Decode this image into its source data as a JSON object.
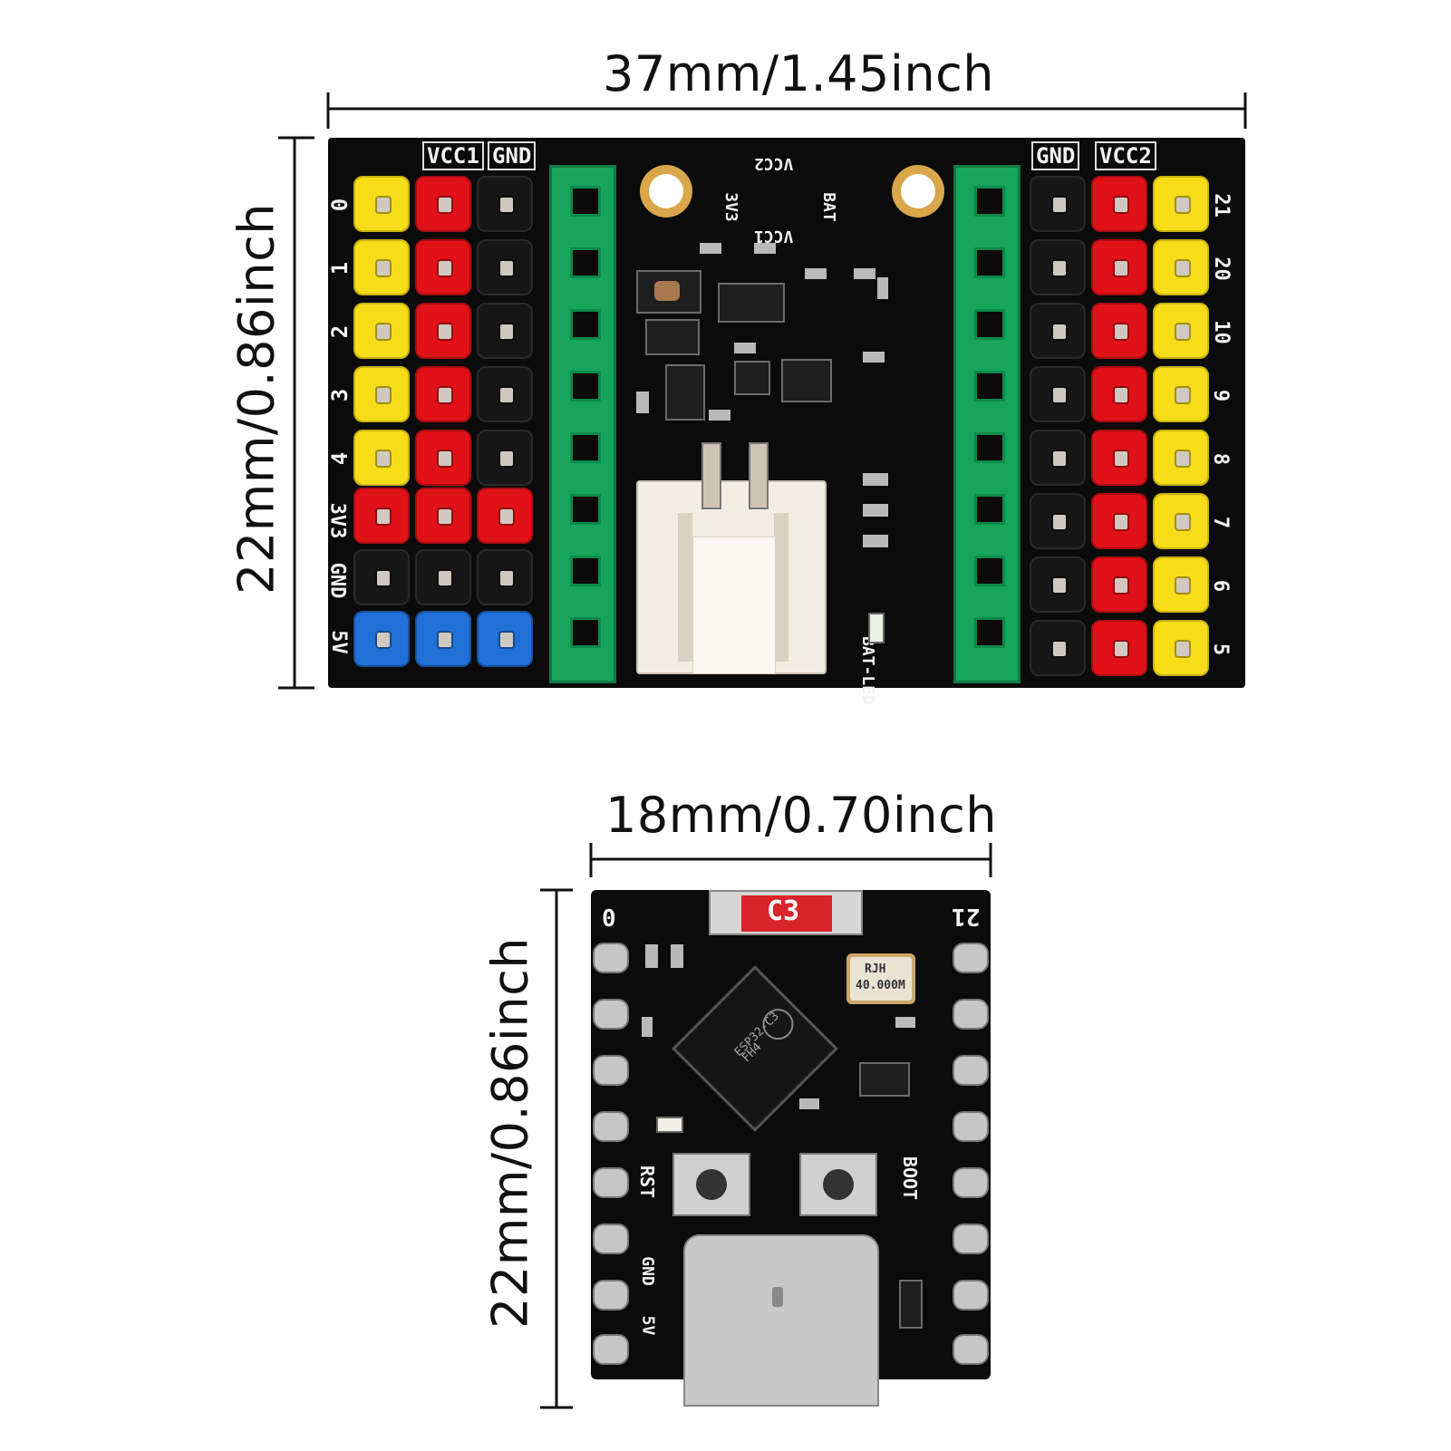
{
  "dimensions": {
    "top_width": "37mm/1.45inch",
    "top_height": "22mm/0.86inch",
    "bottom_width": "18mm/0.70inch",
    "bottom_height": "22mm/0.86inch"
  },
  "expansion_board": {
    "left_header_labels": [
      "VCC1",
      "GND"
    ],
    "right_header_labels": [
      "GND",
      "VCC2"
    ],
    "left_pin_numbers": [
      "0",
      "1",
      "2",
      "3",
      "4"
    ],
    "right_pin_numbers": [
      "21",
      "20",
      "10",
      "9",
      "8",
      "7",
      "6",
      "5"
    ],
    "rail_labels": [
      "3V3",
      "GND",
      "5V"
    ],
    "center_labels": [
      "VCC2",
      "3V3",
      "BAT",
      "VCC1"
    ],
    "led_label": "BAT-LED"
  },
  "mcu_board": {
    "chip_badge": "C3",
    "corner_left": "0",
    "corner_right": "21",
    "crystal_text": [
      "RJH",
      "40.000M"
    ],
    "chip_text": [
      "ESP32-C3",
      "FH4"
    ],
    "button_labels": [
      "RST",
      "BOOT"
    ],
    "pin_labels": [
      "GND",
      "5V"
    ]
  },
  "colors": {
    "pcb": "#0b0b0b",
    "header_yellow": "#f7dc1a",
    "header_red": "#e01218",
    "header_blue": "#2170d8",
    "socket_green": "#17a55c",
    "connector": "#f3eee4"
  }
}
